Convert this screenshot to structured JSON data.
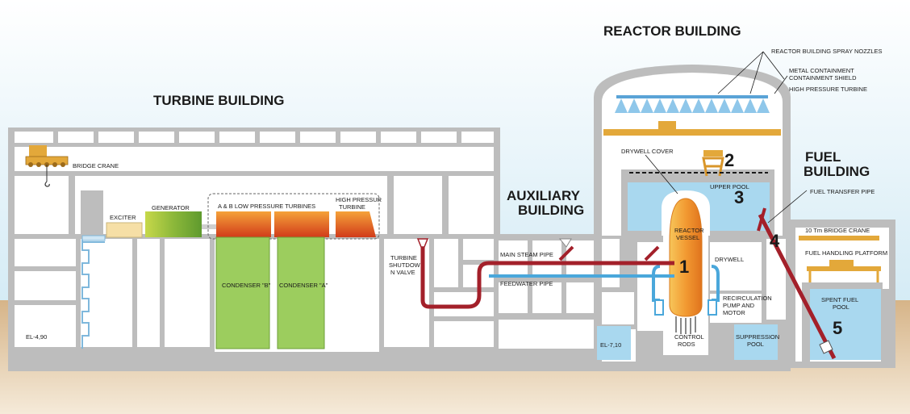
{
  "buildings": {
    "turbine": "TURBINE BUILDING",
    "reactor": "REACTOR BUILDING",
    "auxiliary_1": "AUXILIARY",
    "auxiliary_2": "BUILDING",
    "fuel_1": "FUEL",
    "fuel_2": "BUILDING"
  },
  "labels": {
    "bridge_crane": "BRIDGE CRANE",
    "exciter": "EXCITER",
    "generator": "GENERATOR",
    "lp_turbines": "A & B LOW PRESSURE TURBINES",
    "hp_turbine_1": "HIGH PRESSUR",
    "hp_turbine_2": "TURBINE",
    "condenser_b": "CONDENSER \"B\"",
    "condenser_a": "CONDENSER \"A\"",
    "el_left": "EL-4,90",
    "turbine_valve_1": "TURBINE",
    "turbine_valve_2": "SHUTDOW",
    "turbine_valve_3": "N VALVE",
    "main_steam_pipe": "MAIN STEAM PIPE",
    "feedwater_pipe": "FEEDWATER PIPE",
    "el_right": "EL-7,10",
    "spray_nozzles": "REACTOR BUILDING SPRAY NOZZLES",
    "metal_containment": "METAL CONTAINMENT",
    "containment_shield": "CONTAINMENT SHIELD",
    "hp_turbine_top": "HIGH PRESSURE TURBINE",
    "drywell_cover": "DRYWELL COVER",
    "upper_pool": "UPPER POOL",
    "reactor_vessel_1": "REACTOR",
    "reactor_vessel_2": "VESSEL",
    "drywell": "DRYWELL",
    "recirc_1": "RECIRCULATION",
    "recirc_2": "PUMP AND",
    "recirc_3": "MOTOR",
    "control_rods_1": "CONTROL",
    "control_rods_2": "RODS",
    "suppression_1": "SUPPRESSION",
    "suppression_2": "POOL",
    "fuel_transfer_pipe": "FUEL TRANSFER PIPE",
    "bridge_crane_10t": "10 Tm BRIDGE CRANE",
    "fuel_platform": "FUEL HANDLING PLATFORM",
    "spent_fuel_1": "SPENT FUEL",
    "spent_fuel_2": "POOL"
  },
  "numbers": {
    "n1": "1",
    "n2": "2",
    "n3": "3",
    "n4": "4",
    "n5": "5"
  },
  "colors": {
    "sky_top": "#dbeef7",
    "ground": "#d9b98c",
    "structure": "#bdbdbd",
    "water": "#a9d8ef",
    "pipe_red": "#a3202a",
    "pipe_blue": "#4aa7db",
    "condenser": "#9ccd5e",
    "turbine": "#d9431c",
    "crane": "#e3a83a",
    "vessel": "#f3a23a"
  }
}
